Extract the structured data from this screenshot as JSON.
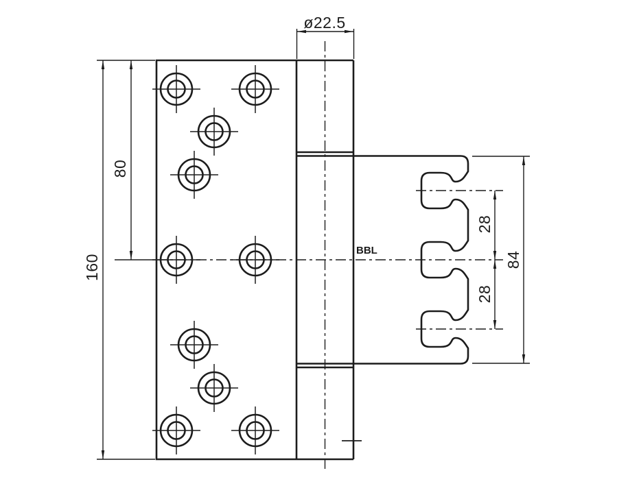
{
  "drawing": {
    "labels": {
      "barrel_diameter": "ø22.5",
      "leaf_height": "160",
      "top_to_center": "80",
      "knuckle_total_height": "84",
      "knuckle_pitch_upper": "28",
      "knuckle_pitch_lower": "28",
      "reference_line_label": "BBL"
    },
    "colors": {
      "line": "#1c1c1c",
      "background": "#ffffff"
    }
  }
}
